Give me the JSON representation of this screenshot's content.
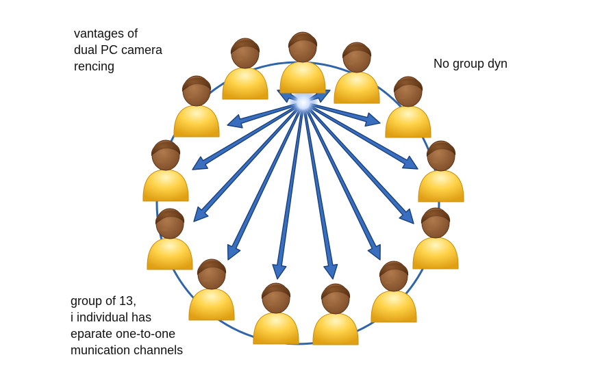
{
  "texts": {
    "top_left": [
      "vantages of",
      "dual PC camera",
      "rencing"
    ],
    "top_right": "No group dyn",
    "bottom_left": [
      "group of 13,",
      "i individual has",
      "eparate one-to-one",
      "munication channels"
    ]
  },
  "colors": {
    "ring": "#2f64a8",
    "arrow_fill": "#3a6fc0",
    "arrow_edge": "#173f7c",
    "hub": "#c7d8ff",
    "body_light": "#ffe58a",
    "body_dark": "#e0a814",
    "face": "#8c5a34",
    "hair": "#5c3416"
  },
  "icons": {
    "person": "person-icon",
    "arrow": "arrow-icon"
  },
  "diagram": {
    "participants": 13,
    "hub_label": ""
  }
}
